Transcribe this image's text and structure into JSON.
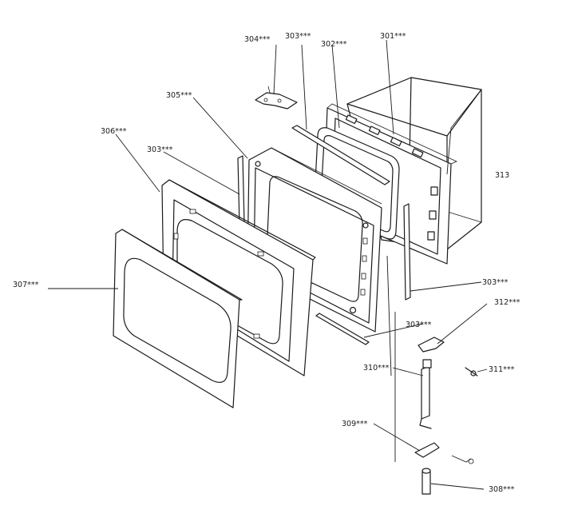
{
  "labels": {
    "l301": "301***",
    "l302": "302***",
    "l303_top": "303***",
    "l303_left": "303***",
    "l303_right": "303***",
    "l303_low": "303***",
    "l304": "304***",
    "l305": "305***",
    "l306": "306***",
    "l307": "307***",
    "l308": "308***",
    "l309": "309***",
    "l310": "310***",
    "l311": "311***",
    "l312": "312***",
    "l313": "313"
  }
}
